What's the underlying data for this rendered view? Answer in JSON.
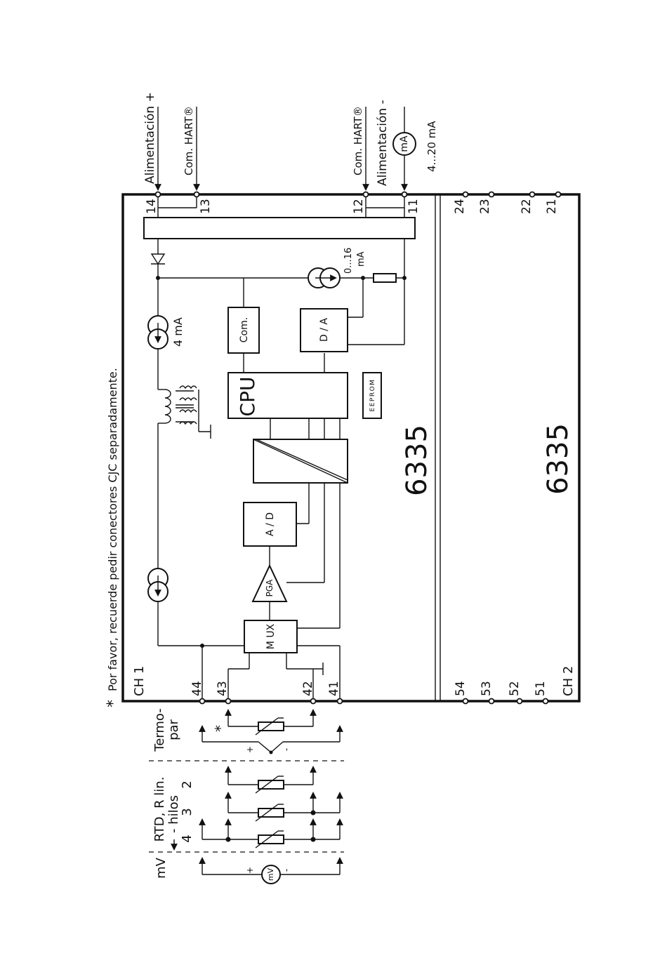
{
  "note": "Por favor, recuerde pedir conectores CJC separadamente.",
  "note_star": "*",
  "model": "6335",
  "channels": {
    "ch1": "CH 1",
    "ch2": "CH 2"
  },
  "top_signals": {
    "supply_plus": "Alimentación +",
    "com_hart_left": "Com. HART®",
    "com_hart_right": "Com. HART®",
    "supply_minus": "Alimentación -",
    "meter": "mA",
    "range": "4...20 mA"
  },
  "terminals": {
    "ch1_top": [
      "14",
      "13",
      "12",
      "11"
    ],
    "ch2_top": [
      "24",
      "23",
      "22",
      "21"
    ],
    "ch1_bottom": [
      "44",
      "43",
      "42",
      "41"
    ],
    "ch2_bottom": [
      "54",
      "53",
      "52",
      "51"
    ]
  },
  "blocks": {
    "com": "Com.",
    "da": "D / A",
    "cpu": "CPU",
    "eeprom": "EEPROM",
    "ad": "A / D",
    "pga": "PGA",
    "mux": "M UX"
  },
  "labels": {
    "current_4ma": "4 mA",
    "current_range": "0...16",
    "current_unit": "mA"
  },
  "inputs": {
    "thermocouple": [
      "Termo-",
      "par"
    ],
    "rtd": [
      "RTD, R lin.",
      "- hilos"
    ],
    "rtd_wires": [
      "4",
      "3",
      "2"
    ],
    "mv": "mV",
    "mv_meter": "mV",
    "plus": "+",
    "minus": "-",
    "star": "*"
  },
  "icons": [
    "current-source-icon",
    "transformer-icon",
    "diode-icon",
    "ground-icon",
    "resistor-icon",
    "thermistor-icon",
    "ammeter-icon",
    "voltmeter-icon",
    "isolation-barrier-icon",
    "arrow-icon"
  ]
}
